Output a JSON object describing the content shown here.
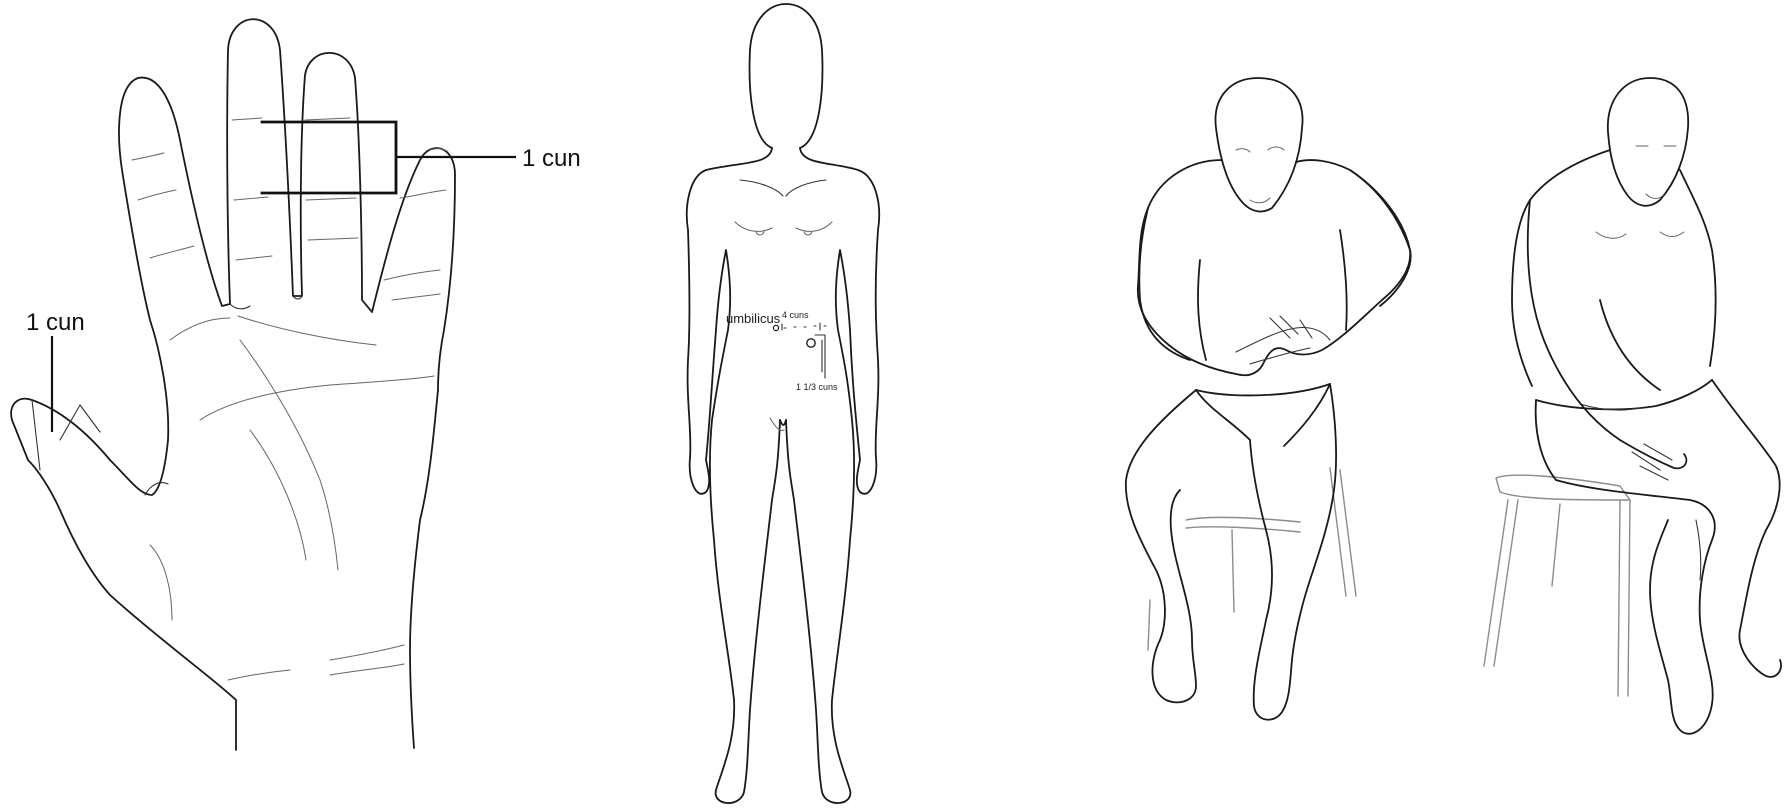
{
  "panels": {
    "hand": {
      "label_middle_finger": "1 cun",
      "label_thumb": "1 cun"
    },
    "body": {
      "label_umbilicus": "umbilicus",
      "label_four_cuns": "4 cuns",
      "label_one_third_cuns": "1 1/3 cuns"
    },
    "seated": {
      "figures": [
        "seated-man-hands-on-abdomen",
        "seated-man-hands-on-thigh"
      ]
    }
  },
  "colors": {
    "line": "#1a1a1a",
    "chair": "#8c8c8c",
    "background": "#ffffff"
  }
}
